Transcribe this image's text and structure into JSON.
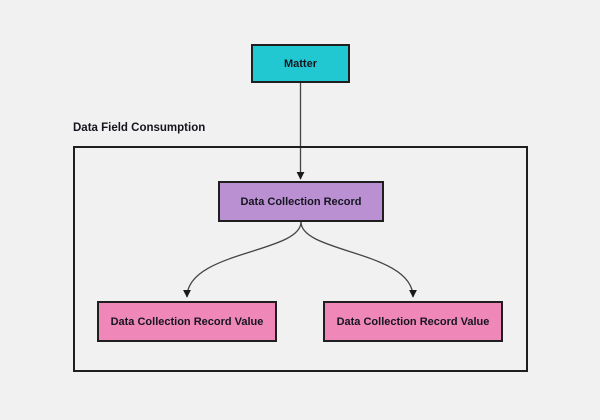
{
  "diagram": {
    "background": "#f1f1f1",
    "group": {
      "label": "Data Field Consumption"
    },
    "nodes": {
      "matter": {
        "label": "Matter",
        "fill": "#21c8d2"
      },
      "record": {
        "label": "Data Collection Record",
        "fill": "#bb90d3"
      },
      "value1": {
        "label": "Data Collection Record Value",
        "fill": "#ef87b8"
      },
      "value2": {
        "label": "Data Collection Record Value",
        "fill": "#ef87b8"
      }
    },
    "edges": [
      {
        "from": "Matter",
        "to": "Data Collection Record",
        "style": "straight-arrow"
      },
      {
        "from": "Data Collection Record",
        "to": "Data Collection Record Value (left)",
        "style": "curved-arrow"
      },
      {
        "from": "Data Collection Record",
        "to": "Data Collection Record Value (right)",
        "style": "curved-arrow"
      }
    ],
    "colors": {
      "border": "#1f1f1f",
      "edge": "#444444",
      "edge_head": "#1a1a1a",
      "text": "#15151f"
    }
  }
}
